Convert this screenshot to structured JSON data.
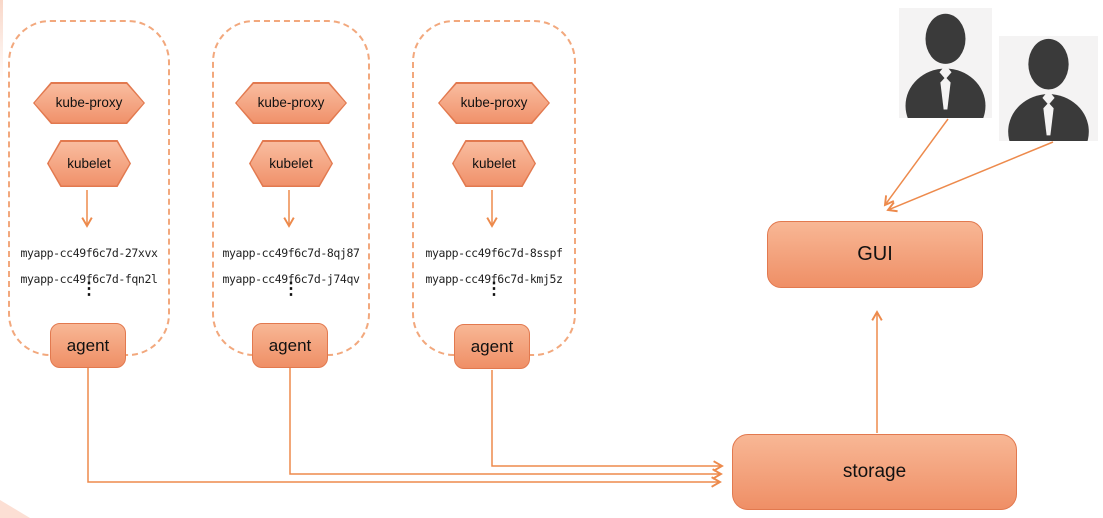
{
  "colors": {
    "accent_orange": "#ED8A4C",
    "shape_border": "#E2794F",
    "shape_fill_light": "#F9BC9F",
    "shape_fill_dark": "#F0916A",
    "node_dashed_border": "#F2A87D",
    "user_silhouette": "#3A3A3A"
  },
  "nodes": [
    {
      "kube_proxy_label": "kube-proxy",
      "kubelet_label": "kubelet",
      "pods": [
        "myapp-cc49f6c7d-27xvx",
        "myapp-cc49f6c7d-fqn2l"
      ],
      "ellipsis": "⋮",
      "agent_label": "agent"
    },
    {
      "kube_proxy_label": "kube-proxy",
      "kubelet_label": "kubelet",
      "pods": [
        "myapp-cc49f6c7d-8qj87",
        "myapp-cc49f6c7d-j74qv"
      ],
      "ellipsis": "⋮",
      "agent_label": "agent"
    },
    {
      "kube_proxy_label": "kube-proxy",
      "kubelet_label": "kubelet",
      "pods": [
        "myapp-cc49f6c7d-8sspf",
        "myapp-cc49f6c7d-kmj5z"
      ],
      "ellipsis": "⋮",
      "agent_label": "agent"
    }
  ],
  "gui": {
    "label": "GUI"
  },
  "storage": {
    "label": "storage"
  },
  "users": {
    "icons": [
      "business-user-icon",
      "business-user-icon"
    ]
  }
}
